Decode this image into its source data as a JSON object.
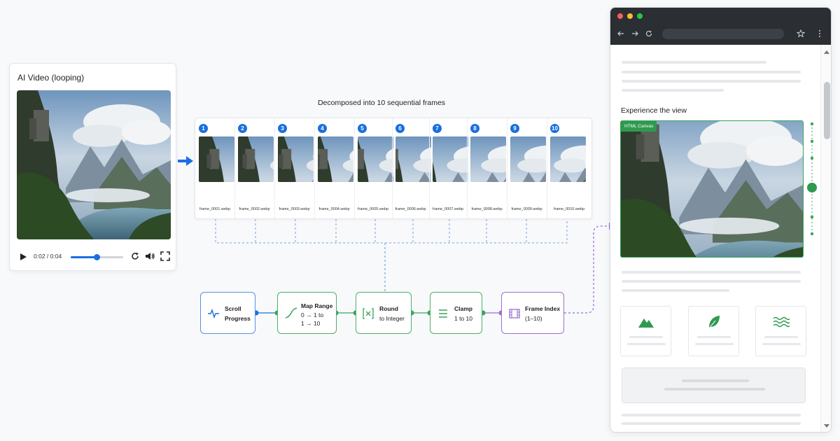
{
  "video": {
    "title": "AI Video (looping)",
    "time": "0:02 / 0:04",
    "progress": 0.5
  },
  "frames": {
    "heading": "Decomposed into 10 sequential frames",
    "items": [
      {
        "num": "1",
        "file": "frame_0001.webp"
      },
      {
        "num": "2",
        "file": "frame_0002.webp"
      },
      {
        "num": "3",
        "file": "frame_0003.webp"
      },
      {
        "num": "4",
        "file": "frame_0004.webp"
      },
      {
        "num": "5",
        "file": "frame_0005.webp"
      },
      {
        "num": "6",
        "file": "frame_0006.webp"
      },
      {
        "num": "7",
        "file": "frame_0007.webp"
      },
      {
        "num": "8",
        "file": "frame_0008.webp"
      },
      {
        "num": "9",
        "file": "frame_0009.webp"
      },
      {
        "num": "10",
        "file": "frame_0010.webp"
      }
    ]
  },
  "pipeline": {
    "scroll": {
      "line1": "Scroll",
      "line2": "Progress",
      "icon": "pulse-icon"
    },
    "map": {
      "title": "Map Range",
      "line1": "0 → 1 to",
      "line2": "1 → 10",
      "icon": "curve-icon"
    },
    "round": {
      "title": "Round",
      "sub": "to Integer",
      "icon": "variable-icon"
    },
    "clamp": {
      "title": "Clamp",
      "sub": "1 to 10",
      "icon": "clamp-icon"
    },
    "frame": {
      "title": "Frame Index",
      "sub": "(1–10)",
      "icon": "film-icon"
    }
  },
  "browser": {
    "heading": "Experience the view",
    "canvas_badge": "HTML Canvas",
    "cards": [
      {
        "icon": "mountain-icon"
      },
      {
        "icon": "leaf-icon"
      },
      {
        "icon": "waves-icon"
      }
    ]
  },
  "colors": {
    "blue": "#1a6fe0",
    "green": "#3aa55a",
    "purple": "#9b6fd1"
  }
}
